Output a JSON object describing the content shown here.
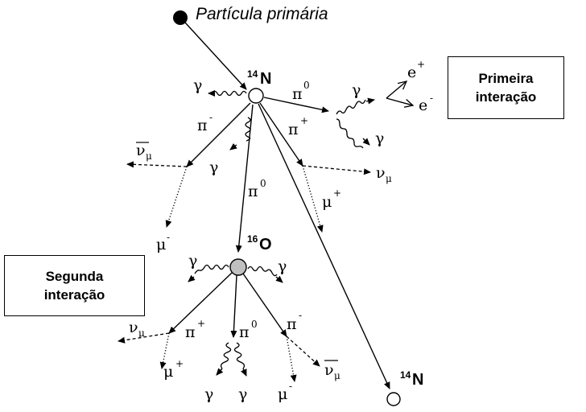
{
  "title": "Partícula primária",
  "boxes": {
    "first": [
      "Primeira",
      "interação"
    ],
    "second": [
      "Segunda",
      "interação"
    ]
  },
  "nuclei": {
    "n14_top": {
      "mass": "14",
      "symbol": "N"
    },
    "o16": {
      "mass": "16",
      "symbol": "O"
    },
    "n14_bottom": {
      "mass": "14",
      "symbol": "N"
    }
  },
  "symbols": {
    "gamma": "γ",
    "pi": "π",
    "mu": "μ",
    "nu": "ν",
    "e": "e",
    "plus": "+",
    "minus": "-",
    "zero": "0"
  },
  "colors": {
    "primary_particle": "#000000",
    "oxygen_node": "#c0c0c0",
    "nitrogen_node": "#ffffff"
  }
}
